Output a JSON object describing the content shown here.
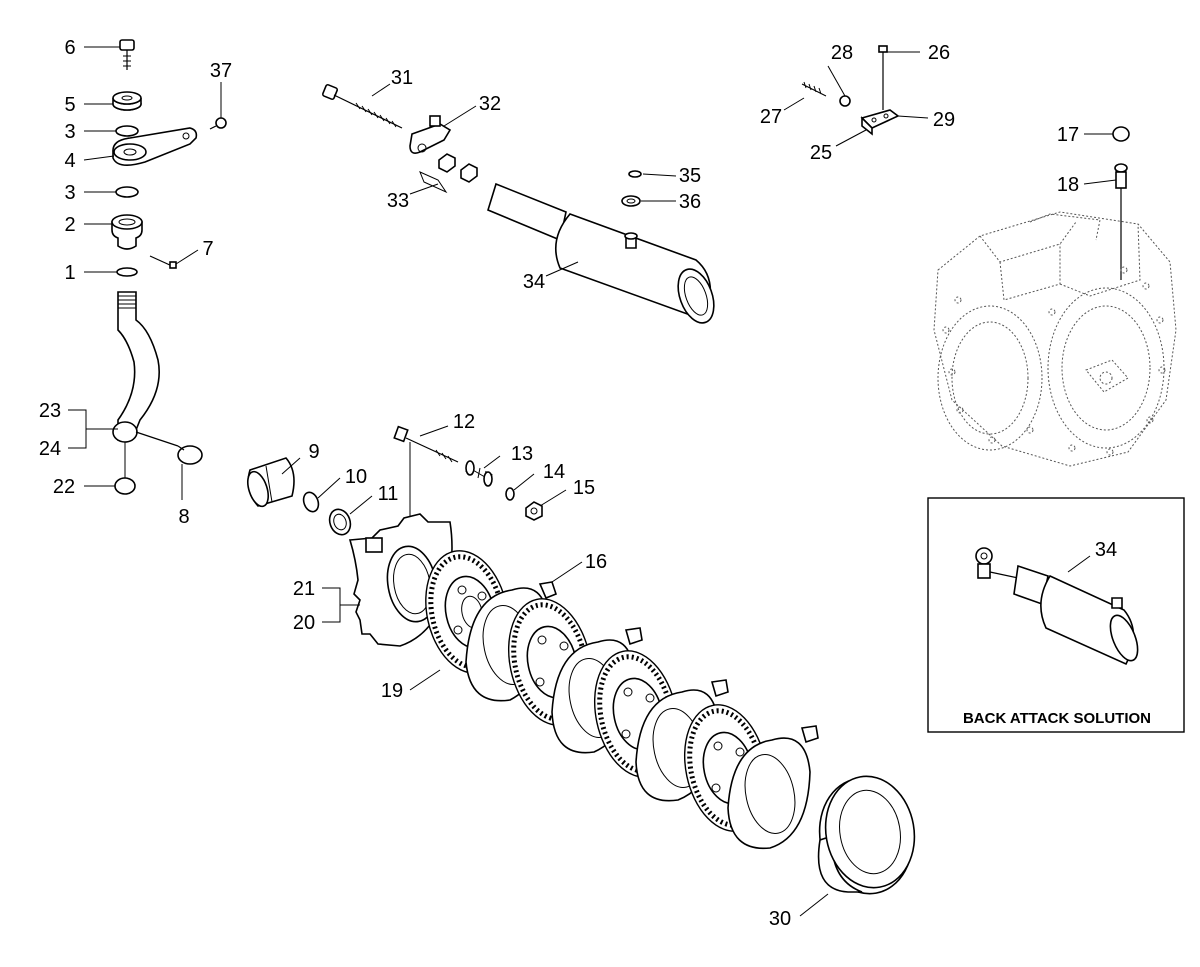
{
  "diagram": {
    "callouts": [
      "1",
      "2",
      "3",
      "3",
      "4",
      "5",
      "6",
      "7",
      "8",
      "9",
      "10",
      "11",
      "12",
      "13",
      "14",
      "15",
      "16",
      "17",
      "18",
      "19",
      "20",
      "21",
      "22",
      "23",
      "24",
      "25",
      "26",
      "27",
      "28",
      "29",
      "30",
      "31",
      "32",
      "33",
      "34",
      "35",
      "36",
      "37"
    ],
    "inset": {
      "callout": "34",
      "caption": "BACK ATTACK SOLUTION"
    }
  }
}
